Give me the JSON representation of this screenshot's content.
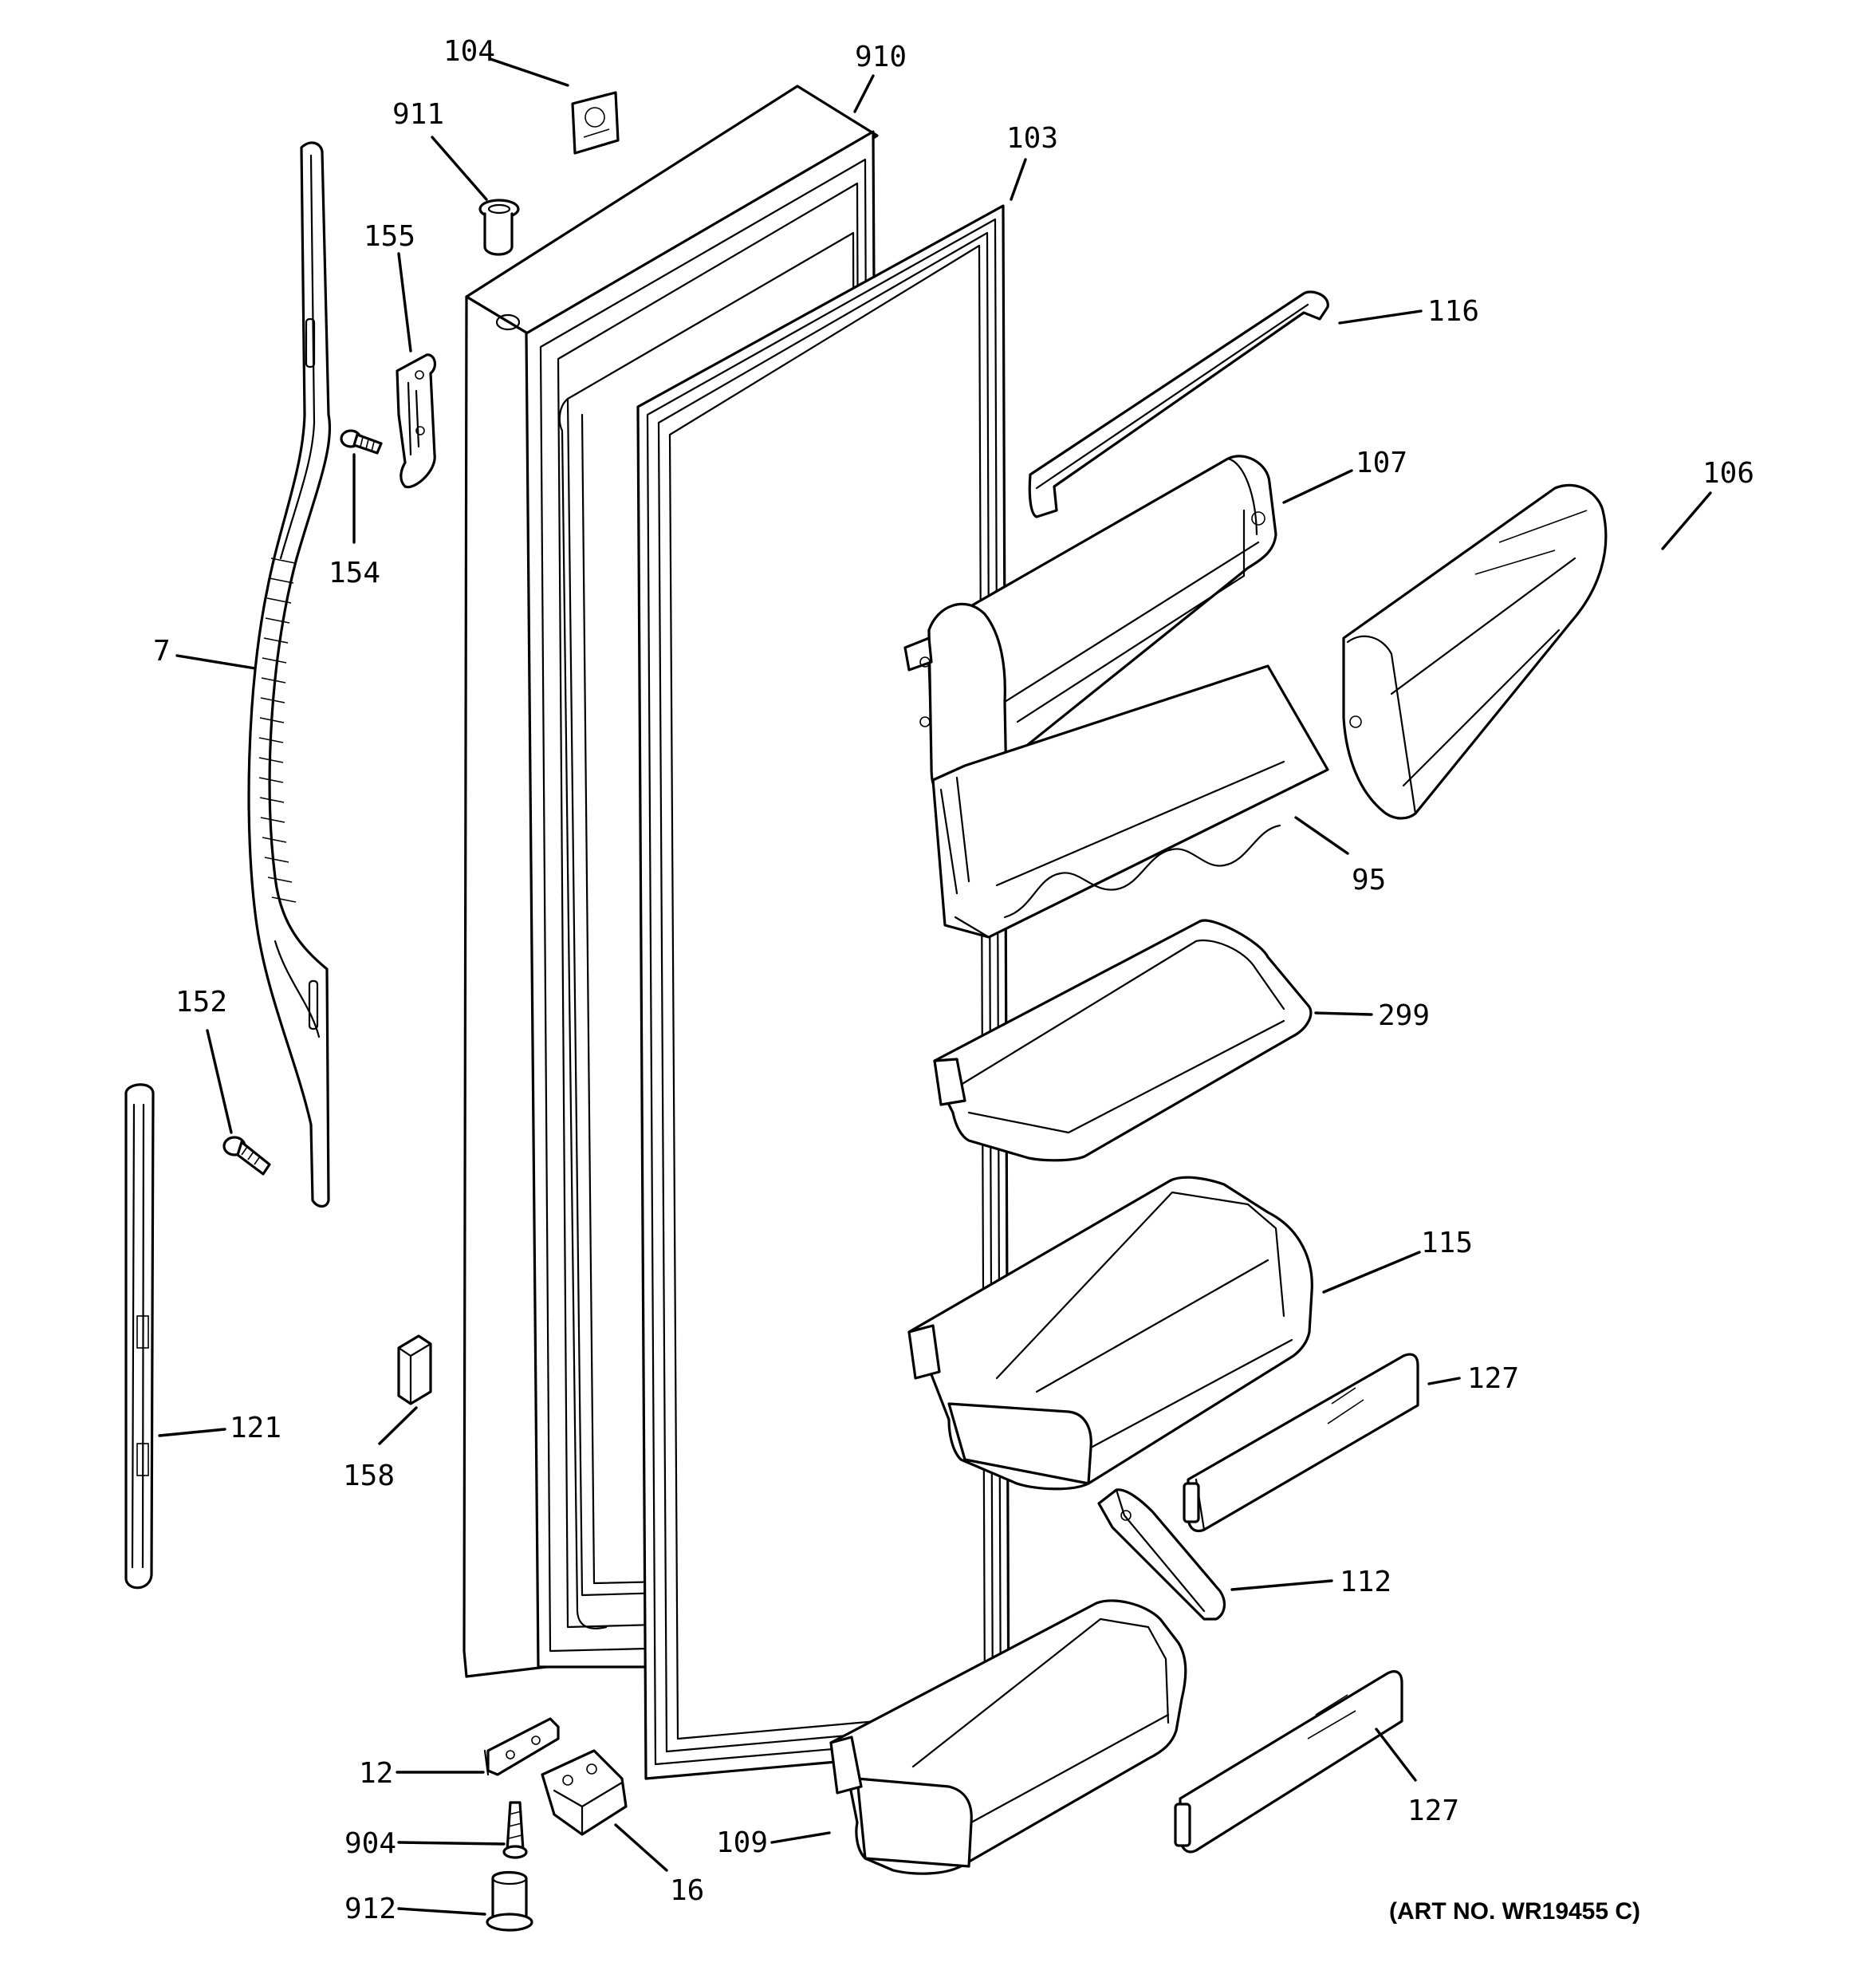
{
  "diagram": {
    "art_number": "(ART NO. WR19455 C)",
    "callouts": [
      {
        "id": "104",
        "label": "104"
      },
      {
        "id": "910",
        "label": "910"
      },
      {
        "id": "911",
        "label": "911"
      },
      {
        "id": "103",
        "label": "103"
      },
      {
        "id": "155",
        "label": "155"
      },
      {
        "id": "116",
        "label": "116"
      },
      {
        "id": "107",
        "label": "107"
      },
      {
        "id": "106",
        "label": "106"
      },
      {
        "id": "154",
        "label": "154"
      },
      {
        "id": "7",
        "label": "7"
      },
      {
        "id": "95",
        "label": "95"
      },
      {
        "id": "152",
        "label": "152"
      },
      {
        "id": "299",
        "label": "299"
      },
      {
        "id": "115",
        "label": "115"
      },
      {
        "id": "127a",
        "label": "127"
      },
      {
        "id": "121",
        "label": "121"
      },
      {
        "id": "158",
        "label": "158"
      },
      {
        "id": "112",
        "label": "112"
      },
      {
        "id": "12",
        "label": "12"
      },
      {
        "id": "127b",
        "label": "127"
      },
      {
        "id": "904",
        "label": "904"
      },
      {
        "id": "109",
        "label": "109"
      },
      {
        "id": "16",
        "label": "16"
      },
      {
        "id": "912",
        "label": "912"
      }
    ]
  }
}
